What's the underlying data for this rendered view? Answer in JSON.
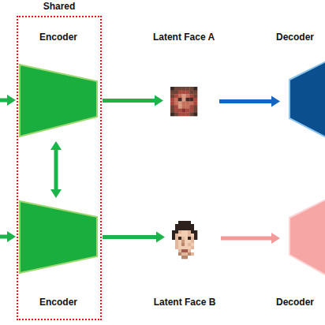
{
  "diagram": {
    "nodes": [
      {
        "text": [
          "Shared"
        ]
      },
      {
        "text": [
          "Encoder"
        ],
        "in": 0
      },
      {
        "text": [
          "Latent Face A"
        ]
      },
      {
        "text": [
          "Decoder"
        ]
      },
      {
        "text": [
          "Encoder"
        ],
        "in": 0
      },
      {
        "text": [
          "Latent Face B"
        ]
      },
      {
        "text": [
          "Decoder"
        ]
      }
    ],
    "edges": [
      {
        "from": 1,
        "to": 2,
        "arrow": "to"
      },
      {
        "from": 2,
        "to": 3,
        "arrow": "to"
      },
      {
        "from": 1,
        "to": 4,
        "arrow": "both"
      },
      {
        "from": 4,
        "to": 5,
        "arrow": "to"
      },
      {
        "from": 5,
        "to": 6,
        "arrow": "to"
      }
    ]
  }
}
